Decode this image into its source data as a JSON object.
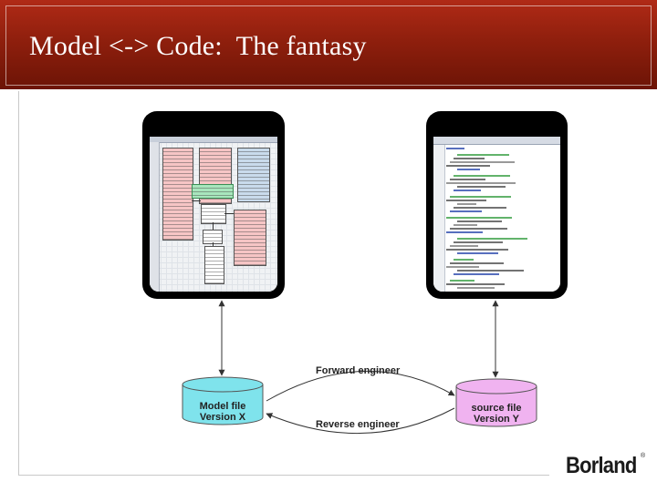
{
  "slide": {
    "title": "Model <-> Code:  The fantasy"
  },
  "diagram": {
    "model_db": {
      "line1": "Model file",
      "line2": "Version X",
      "color": "#7fe3ec"
    },
    "source_db": {
      "line1": "source file",
      "line2": "Version Y",
      "color": "#f0b3f0"
    },
    "forward_label": "Forward engineer",
    "reverse_label": "Reverse engineer"
  },
  "logo": {
    "text": "Borland",
    "mark": "®"
  },
  "colors": {
    "title_bar": "#8f1f0d",
    "title_text": "#ffffff",
    "uml_pink": "#f6c5c5",
    "uml_blue": "#c9dbec",
    "uml_note": "#a8e6bd",
    "code_comment": "#2e9a3a",
    "code_keyword": "#1f3fa8"
  }
}
